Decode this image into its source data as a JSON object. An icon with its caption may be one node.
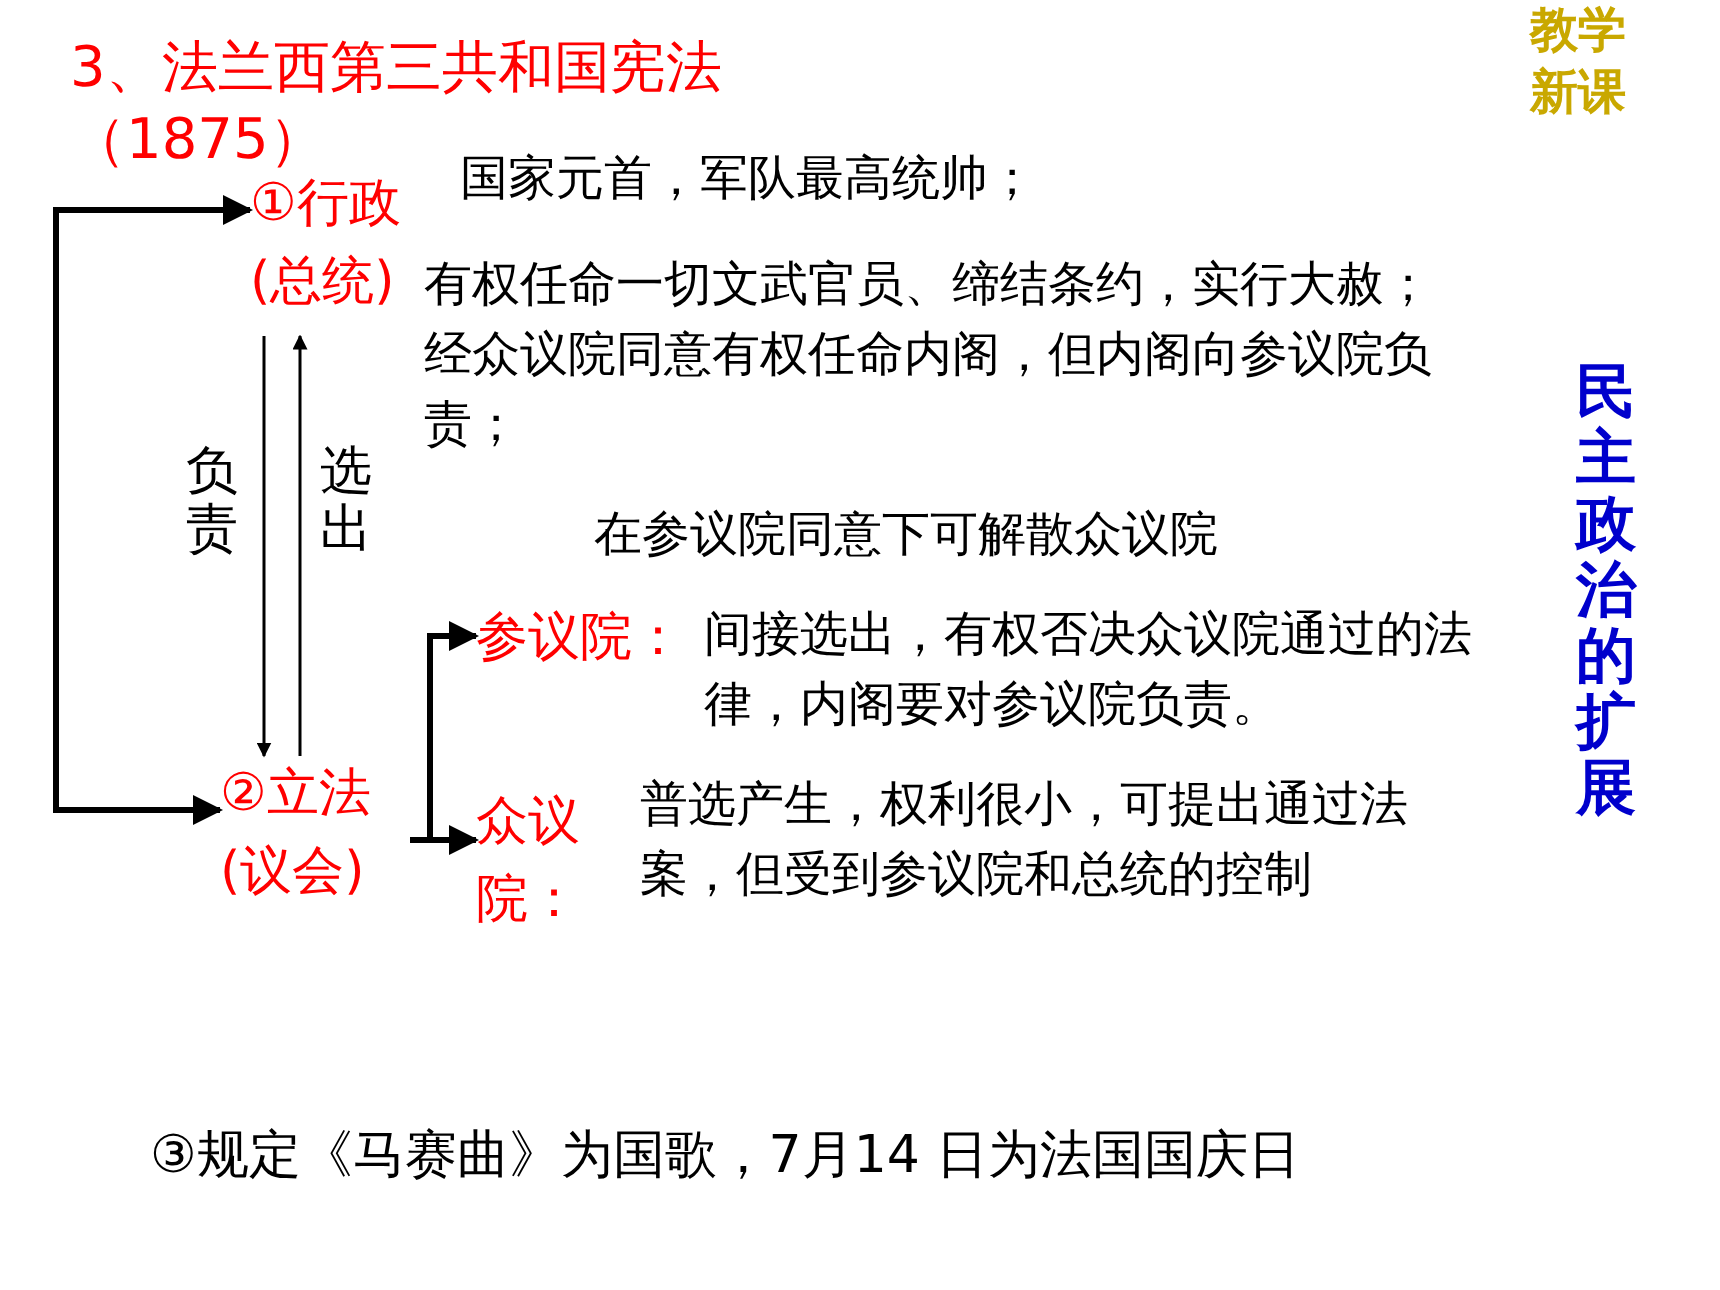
{
  "diagram": {
    "title": "3、法兰西第三共和国宪法（1875）",
    "nodes": [
      {
        "text": [
          "①行政",
          "(总统)"
        ],
        "beside": [
          "国家元首，军队最高统帅；",
          "有权任命一切文武官员、缔结条约，实行大赦；经众议院同意有权任命内阁，但内阁向参议院负责；",
          "在参议院同意下可解散众议院"
        ]
      },
      {
        "text": [
          "②立法",
          "(议会)"
        ]
      },
      {
        "text": [
          "参议院："
        ],
        "beside": [
          "间接选出，有权否决众议院通过的法律，内阁要对参议院负责。"
        ]
      },
      {
        "text": [
          "众议院："
        ],
        "beside": [
          "普选产生，权利很小，可提出通过法案，但受到参议院和总统的控制"
        ]
      }
    ],
    "edges": [
      {
        "from": null,
        "to": 0,
        "arrow": "to"
      },
      {
        "from": null,
        "to": 1,
        "arrow": "to"
      },
      {
        "from": 0,
        "to": 1,
        "arrow": "to",
        "label": "负责"
      },
      {
        "from": 1,
        "to": 0,
        "arrow": "to",
        "label": "选出"
      },
      {
        "from": 1,
        "to": 2,
        "arrow": "to"
      },
      {
        "from": 1,
        "to": 3,
        "arrow": "to"
      }
    ],
    "labels": [
      "教学新课",
      "民主政治的扩展",
      "③规定《马赛曲》为国歌，7月14 日为法国国庆日"
    ]
  }
}
